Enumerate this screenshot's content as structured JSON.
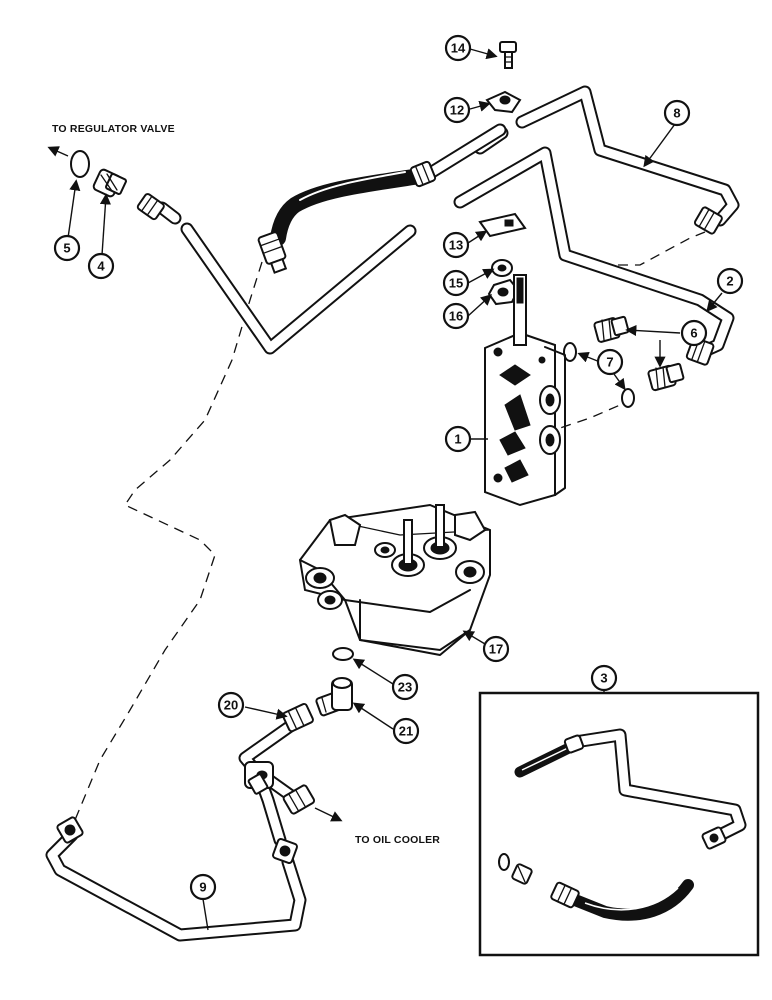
{
  "labels": {
    "regulator": "TO REGULATOR VALVE",
    "oil_cooler": "TO OIL COOLER"
  },
  "callouts": {
    "c1": "1",
    "c2": "2",
    "c3": "3",
    "c4": "4",
    "c5": "5",
    "c6": "6",
    "c7": "7",
    "c8": "8",
    "c9": "9",
    "c12": "12",
    "c13": "13",
    "c14": "14",
    "c15": "15",
    "c16": "16",
    "c17": "17",
    "c20": "20",
    "c21": "21",
    "c23": "23"
  }
}
